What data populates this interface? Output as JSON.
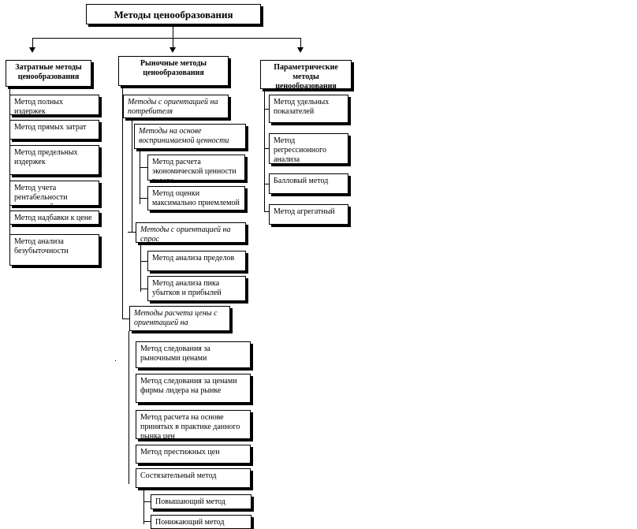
{
  "title": "Методы ценообразования",
  "groups": [
    {
      "name": "Затратные методы ценообразования",
      "items": [
        "Метод полных издержек",
        "Метод прямых затрат",
        "Метод предельных издержек",
        "Метод учета рентабельности инвестиций",
        "Метод надбавки к цене",
        "Метод анализа безубыточности"
      ]
    },
    {
      "name": "Рыночные методы ценообразования",
      "subgroups": [
        {
          "name": "Методы с ориентацией на потребителя",
          "subgroups": [
            {
              "name": "Методы на основе воспринимаемой ценности товара",
              "items": [
                "Метод расчета экономической ценности товара",
                "Метод оценки максимально приемлемой цены"
              ]
            }
          ]
        },
        {
          "name": "Методы с ориентацией на спрос",
          "items": [
            "Метод анализа пределов",
            "Метод анализа пика убытков и прибылей"
          ]
        },
        {
          "name": "Методы расчета цены с ориентацией на конкурентов",
          "items": [
            "Метод следования за рыночными ценами",
            "Метод следования за ценами фирмы лидера на рынке",
            "Метод расчета на основе принятых в практике данного рынка цен",
            "Метод престижных цен",
            "Состязательный метод"
          ],
          "subitems": [
            "Повышающий метод",
            "Понижающий метод"
          ]
        }
      ]
    },
    {
      "name": "Параметрические методы ценообразования",
      "items": [
        "Метод удельных показателей",
        "Метод регрессионного анализа",
        "Балловый метод",
        "Метод агрегатный"
      ]
    }
  ]
}
